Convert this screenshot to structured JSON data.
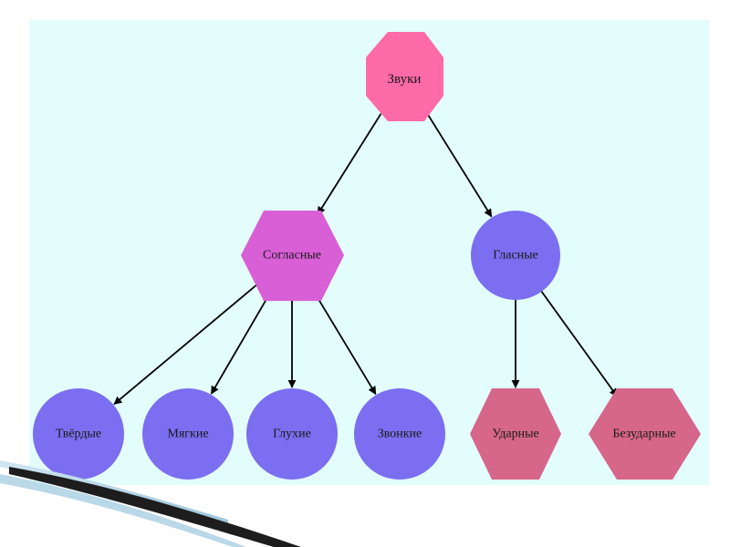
{
  "diagram": {
    "background_color": "#e3fdfd",
    "edge_color": "#000000",
    "nodes": {
      "root": {
        "label": "Звуки",
        "shape": "octagon",
        "color": "#ff6aa8"
      },
      "consonants": {
        "label": "Согласные",
        "shape": "hexagon",
        "color": "#d85fd6"
      },
      "vowels": {
        "label": "Гласные",
        "shape": "circle",
        "color": "#7b6ef0"
      },
      "hard": {
        "label": "Твёрдые",
        "shape": "circle",
        "color": "#7b6ef0"
      },
      "soft": {
        "label": "Мягкие",
        "shape": "circle",
        "color": "#7b6ef0"
      },
      "voiceless": {
        "label": "Глухие",
        "shape": "circle",
        "color": "#7b6ef0"
      },
      "voiced": {
        "label": "Звонкие",
        "shape": "circle",
        "color": "#7b6ef0"
      },
      "stressed": {
        "label": "Ударные",
        "shape": "hexagon",
        "color": "#d6668a"
      },
      "unstressed": {
        "label": "Безударные",
        "shape": "hexagon",
        "color": "#d6668a"
      }
    },
    "edges": [
      [
        "root",
        "consonants"
      ],
      [
        "root",
        "vowels"
      ],
      [
        "consonants",
        "hard"
      ],
      [
        "consonants",
        "soft"
      ],
      [
        "consonants",
        "voiceless"
      ],
      [
        "consonants",
        "voiced"
      ],
      [
        "vowels",
        "stressed"
      ],
      [
        "vowels",
        "unstressed"
      ]
    ]
  }
}
